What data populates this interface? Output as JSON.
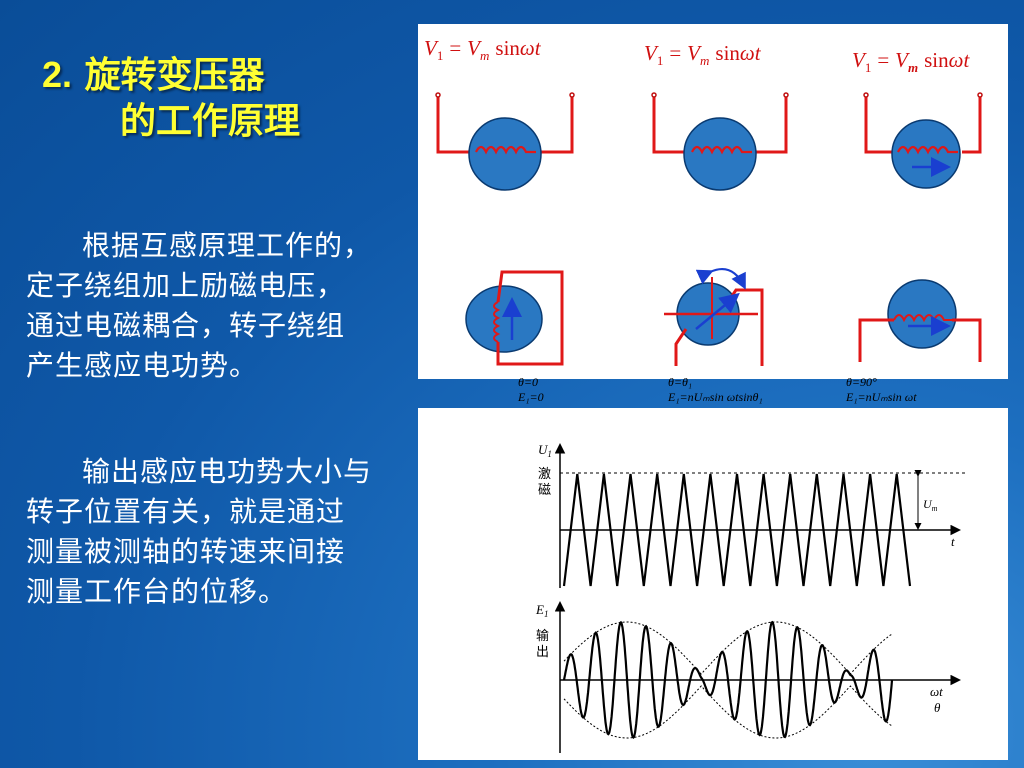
{
  "title": {
    "number": "2.",
    "line1": "旋转变压器",
    "line2": "的工作原理"
  },
  "paragraphs": [
    "根据互感原理工作的，定子绕组加上励磁电压，通过电磁耦合，转子绕组产生感应电功势。",
    "输出感应电功势大小与转子位置有关，就是通过测量被测轴的转速来间接测量工作台的位移。"
  ],
  "formula": {
    "lhs": "V",
    "lhs_sub": "1",
    "eq": "=",
    "rhs": "V",
    "rhs_sub": "m",
    "func": "sin",
    "arg": "ωt"
  },
  "cases": [
    {
      "theta": "θ=0",
      "e": "E₁=0"
    },
    {
      "theta": "θ=θ₁",
      "e": "E₁=nUₘsin ωtsinθ₁"
    },
    {
      "theta": "θ=90°",
      "e": "E₁=nUₘsin ωt"
    }
  ],
  "waveform": {
    "top_axis_label": "U",
    "top_axis_sub": "1",
    "top_label_chars": [
      "激",
      "磁"
    ],
    "amplitude_label": "U",
    "amplitude_sub": "m",
    "top_x_label": "t",
    "bottom_axis_label": "E",
    "bottom_axis_sub": "1",
    "bottom_label_chars": [
      "输",
      "出"
    ],
    "bottom_x_label_1": "ωt",
    "bottom_x_label_2": "θ"
  },
  "colors": {
    "title": "#ffff33",
    "rotor": "#2a78c2",
    "wire": "#e01818",
    "arrow": "#1a3fd0"
  }
}
